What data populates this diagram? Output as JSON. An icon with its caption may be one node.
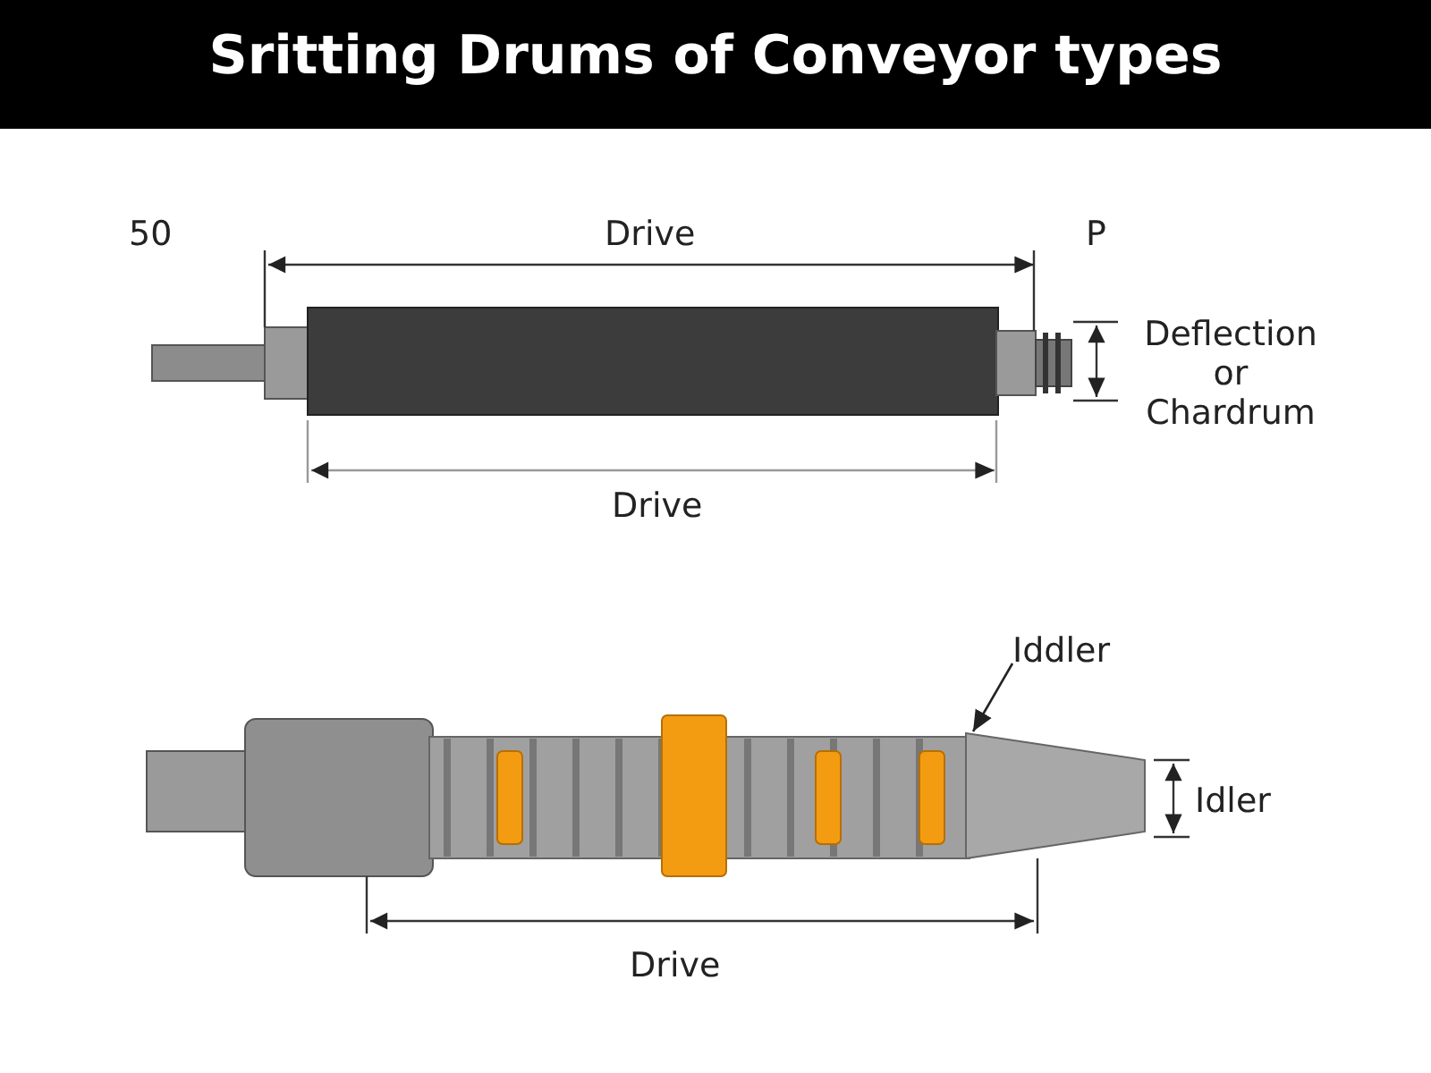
{
  "diagram": {
    "title": "Sritting Drums of Conveyor types",
    "nodes": [
      {
        "text": [
          "Iddler"
        ]
      },
      {
        "text": [],
        "shape": "cone"
      }
    ],
    "edges": [
      {
        "from": 0,
        "to": 1,
        "arrow": "to"
      }
    ],
    "labels": [
      "50",
      "Drive",
      "P",
      "Deflection or Chardrum",
      "Drive",
      "Idler",
      "Drive"
    ]
  }
}
